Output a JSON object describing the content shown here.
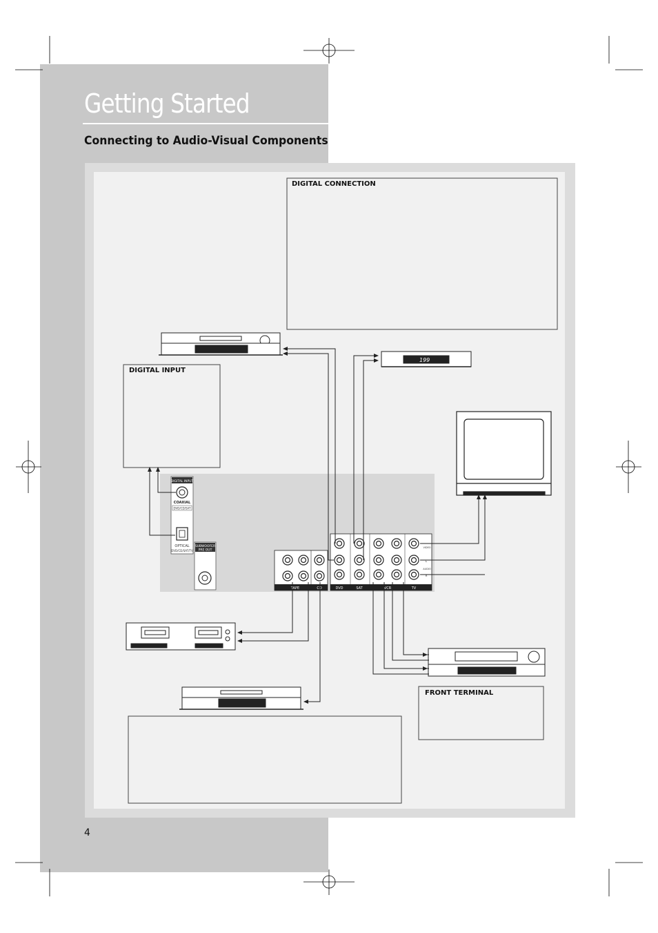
{
  "header": {
    "title": "Getting Started",
    "subtitle": "Connecting to Audio-Visual Components"
  },
  "footer": {
    "page_number": "4"
  },
  "diagram": {
    "boxes": {
      "digital_connection": "DIGITAL CONNECTION",
      "digital_input": "DIGITAL INPUT",
      "front_terminal": "FRONT TERMINAL"
    },
    "panel": {
      "digital_input_header": "DIGITAL INPUT",
      "coaxial": "COAXIAL",
      "coaxial_sub": "DVD/CD/SAT",
      "optical": "OPTICAL",
      "optical_sub": "DVD/CD/SAT/TV",
      "subwoofer": "SUBWOOFER",
      "pre_out": "PRE OUT",
      "group_labels": [
        "TAPE",
        "CD",
        "DVD",
        "SAT",
        "VCR",
        "TV"
      ],
      "row_labels": [
        "VIDEO",
        "L",
        "AUDIO",
        "R"
      ]
    },
    "sat_display": "199"
  }
}
